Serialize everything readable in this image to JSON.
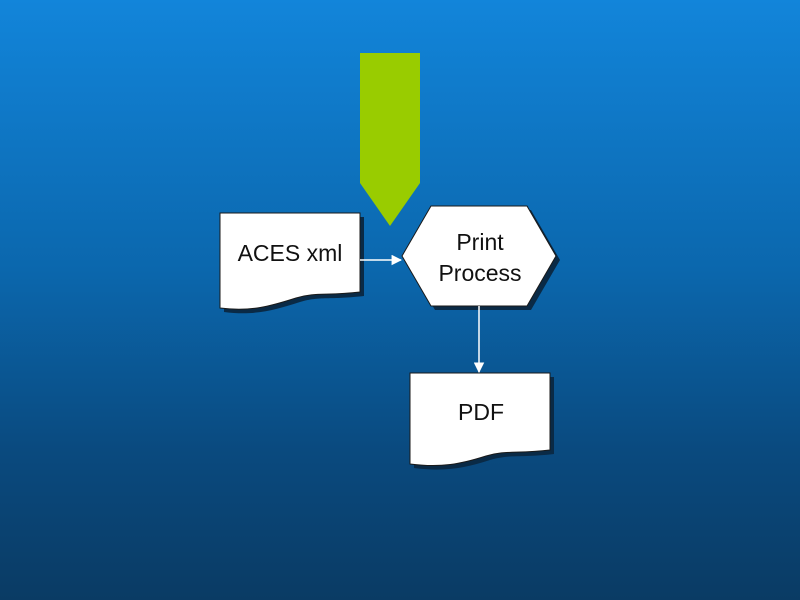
{
  "nodes": {
    "aces_xml": {
      "label": "ACES xml"
    },
    "print_process": {
      "label": "Print\nProcess"
    },
    "pdf": {
      "label": "PDF"
    }
  },
  "colors": {
    "background_top": "#1285da",
    "background_bottom": "#0a3b64",
    "shape_fill": "#ffffff",
    "shape_stroke": "#1a1a1a",
    "shadow": "#0a2a46",
    "connector": "#ffffff",
    "pointer_arrow": "#99cc00"
  },
  "icons": {
    "pointer": "green-down-arrow",
    "connector_head": "arrowhead"
  }
}
